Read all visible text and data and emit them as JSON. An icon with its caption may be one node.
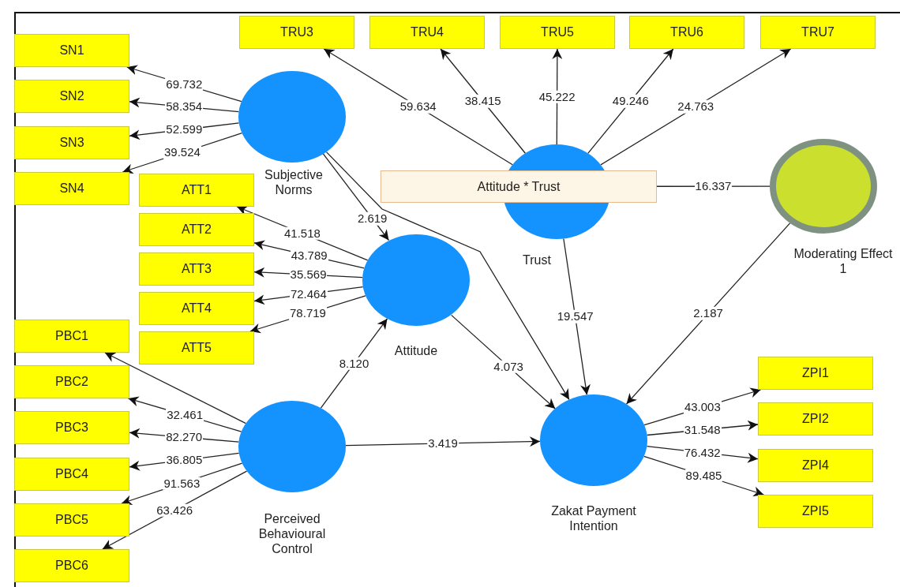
{
  "diagram": {
    "nodes": [
      {
        "text": [
          "TRU3"
        ]
      },
      {
        "text": [
          "TRU4"
        ]
      },
      {
        "text": [
          "TRU5"
        ]
      },
      {
        "text": [
          "TRU6"
        ]
      },
      {
        "text": [
          "TRU7"
        ]
      },
      {
        "text": [
          "SN1"
        ]
      },
      {
        "text": [
          "SN2"
        ]
      },
      {
        "text": [
          "SN3"
        ]
      },
      {
        "text": [
          "SN4"
        ]
      },
      {
        "text": [
          "Subjective Norms"
        ]
      },
      {
        "text": [
          "Attitude * Trust"
        ]
      },
      {
        "text": [
          "Trust"
        ]
      },
      {
        "text": [
          "Moderating Effect 1"
        ]
      },
      {
        "text": [
          "ATT1"
        ]
      },
      {
        "text": [
          "ATT2"
        ]
      },
      {
        "text": [
          "ATT3"
        ]
      },
      {
        "text": [
          "ATT4"
        ]
      },
      {
        "text": [
          "ATT5"
        ]
      },
      {
        "text": [
          "Attitude"
        ]
      },
      {
        "text": [
          "PBC1"
        ]
      },
      {
        "text": [
          "PBC2"
        ]
      },
      {
        "text": [
          "PBC3"
        ]
      },
      {
        "text": [
          "PBC4"
        ]
      },
      {
        "text": [
          "PBC5"
        ]
      },
      {
        "text": [
          "PBC6"
        ]
      },
      {
        "text": [
          "Perceived Behavioural Control"
        ]
      },
      {
        "text": [
          "Zakat Payment Intention"
        ]
      },
      {
        "text": [
          "ZPI1"
        ]
      },
      {
        "text": [
          "ZPI2"
        ]
      },
      {
        "text": [
          "ZPI4"
        ]
      },
      {
        "text": [
          "ZPI5"
        ]
      }
    ],
    "edges": [
      {
        "from": 9,
        "to": 5,
        "arrow": "to",
        "label": "69.732"
      },
      {
        "from": 9,
        "to": 6,
        "arrow": "to",
        "label": "58.354"
      },
      {
        "from": 9,
        "to": 7,
        "arrow": "to",
        "label": "52.599"
      },
      {
        "from": 9,
        "to": 8,
        "arrow": "to",
        "label": "39.524"
      },
      {
        "from": 11,
        "to": 0,
        "arrow": "to",
        "label": "59.634"
      },
      {
        "from": 11,
        "to": 1,
        "arrow": "to",
        "label": "38.415"
      },
      {
        "from": 11,
        "to": 2,
        "arrow": "to",
        "label": "45.222"
      },
      {
        "from": 11,
        "to": 3,
        "arrow": "to",
        "label": "49.246"
      },
      {
        "from": 11,
        "to": 4,
        "arrow": "to",
        "label": "24.763"
      },
      {
        "from": 10,
        "to": 12,
        "arrow": "none",
        "label": "16.337"
      },
      {
        "from": 18,
        "to": 13,
        "arrow": "to",
        "label": "41.518"
      },
      {
        "from": 18,
        "to": 14,
        "arrow": "to",
        "label": "43.789"
      },
      {
        "from": 18,
        "to": 15,
        "arrow": "to",
        "label": "35.569"
      },
      {
        "from": 18,
        "to": 16,
        "arrow": "to",
        "label": "72.464"
      },
      {
        "from": 18,
        "to": 17,
        "arrow": "to",
        "label": "78.719"
      },
      {
        "from": 9,
        "to": 18,
        "arrow": "to",
        "label": "2.619"
      },
      {
        "from": 9,
        "to": 26,
        "arrow": "to"
      },
      {
        "from": 25,
        "to": 19,
        "arrow": "to"
      },
      {
        "from": 25,
        "to": 20,
        "arrow": "to",
        "label": "32.461"
      },
      {
        "from": 25,
        "to": 21,
        "arrow": "to",
        "label": "82.270"
      },
      {
        "from": 25,
        "to": 22,
        "arrow": "to",
        "label": "36.805"
      },
      {
        "from": 25,
        "to": 23,
        "arrow": "to",
        "label": "91.563"
      },
      {
        "from": 25,
        "to": 24,
        "arrow": "to",
        "label": "63.426"
      },
      {
        "from": 25,
        "to": 18,
        "arrow": "to",
        "label": "8.120"
      },
      {
        "from": 18,
        "to": 26,
        "arrow": "to",
        "label": "4.073"
      },
      {
        "from": 11,
        "to": 26,
        "arrow": "to",
        "label": "19.547"
      },
      {
        "from": 12,
        "to": 26,
        "arrow": "to",
        "label": "2.187"
      },
      {
        "from": 25,
        "to": 26,
        "arrow": "to",
        "label": "3.419"
      },
      {
        "from": 26,
        "to": 27,
        "arrow": "to",
        "label": "43.003"
      },
      {
        "from": 26,
        "to": 28,
        "arrow": "to",
        "label": "31.548"
      },
      {
        "from": 26,
        "to": 29,
        "arrow": "to",
        "label": "76.432"
      },
      {
        "from": 26,
        "to": 30,
        "arrow": "to",
        "label": "89.485"
      }
    ]
  }
}
